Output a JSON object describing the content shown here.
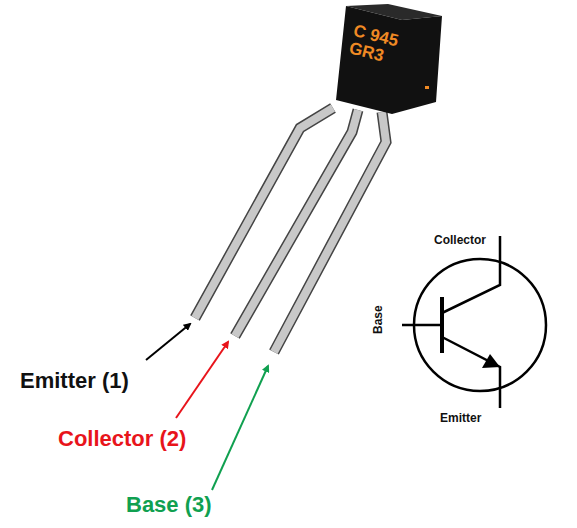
{
  "diagram": {
    "nodes": [
      {
        "text": [
          "C 945",
          "GR3"
        ]
      }
    ],
    "labels": [
      "Emitter (1)",
      "Collector (2)",
      "Base (3)",
      "Collector",
      "Base",
      "Emitter"
    ]
  }
}
